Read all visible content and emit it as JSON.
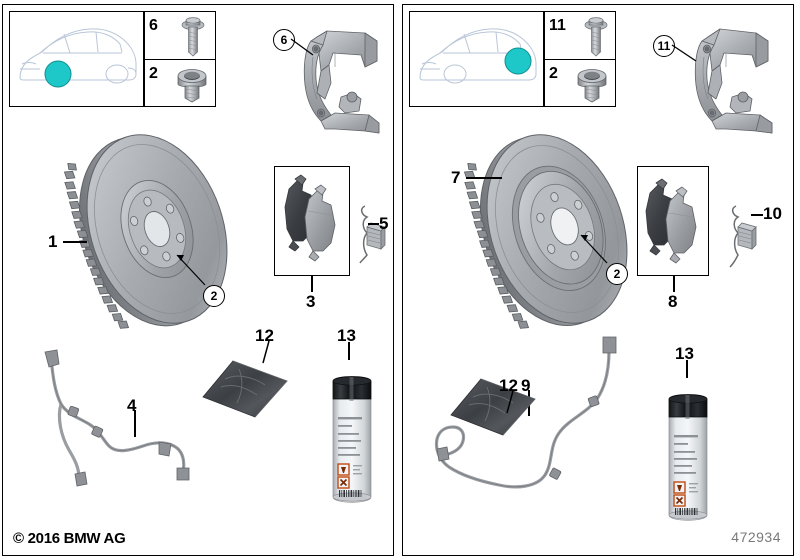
{
  "document": {
    "copyright": "© 2016 BMW AG",
    "part_number": "472934",
    "title": "BMW Brake Service Kit — Front and Rear Axle",
    "background": "#ffffff",
    "highlight_color": "#1ec8c8",
    "line_color": "#000000"
  },
  "panels": [
    {
      "id": "front-axle",
      "name": "front-axle-panel",
      "thumbnail": {
        "name": "car-silhouette-front",
        "highlight_position": "front-wheel",
        "highlight_color": "#1ec8c8"
      },
      "bolt_cells": [
        {
          "number": "6",
          "icon": "flange-bolt-icon",
          "name": "bolt-cell-6"
        },
        {
          "number": "2",
          "icon": "countersunk-screw-icon",
          "name": "bolt-cell-2"
        }
      ],
      "callouts": [
        {
          "number": "6",
          "style": "circled",
          "target": "caliper-carrier",
          "name": "callout-6"
        },
        {
          "number": "1",
          "style": "plain",
          "target": "brake-disc-front",
          "name": "callout-1"
        },
        {
          "number": "2",
          "style": "circled",
          "target": "disc-screw",
          "name": "callout-2"
        },
        {
          "number": "3",
          "style": "plain",
          "target": "brake-pad-set",
          "name": "callout-3"
        },
        {
          "number": "5",
          "style": "plain",
          "target": "retaining-spring",
          "name": "callout-5"
        },
        {
          "number": "4",
          "style": "plain",
          "target": "wear-sensor",
          "name": "callout-4"
        },
        {
          "number": "12",
          "style": "plain",
          "target": "grease-sachet",
          "name": "callout-12"
        },
        {
          "number": "13",
          "style": "plain",
          "target": "spray-can",
          "name": "callout-13"
        }
      ],
      "parts": [
        {
          "name": "brake-disc-front",
          "label": "Ventilated brake disc, front axle"
        },
        {
          "name": "caliper-carrier",
          "label": "Brake caliper carrier"
        },
        {
          "name": "brake-pad-set",
          "label": "Brake pad set, front"
        },
        {
          "name": "retaining-spring",
          "label": "Retaining spring clip"
        },
        {
          "name": "wear-sensor",
          "label": "Brake pad wear sensor, front"
        },
        {
          "name": "grease-sachet",
          "label": "Ceramic paste sachet"
        },
        {
          "name": "spray-can",
          "label": "Brake cleaner spray"
        }
      ]
    },
    {
      "id": "rear-axle",
      "name": "rear-axle-panel",
      "thumbnail": {
        "name": "car-silhouette-rear",
        "highlight_position": "rear-wheel",
        "highlight_color": "#1ec8c8"
      },
      "bolt_cells": [
        {
          "number": "11",
          "icon": "flange-bolt-icon",
          "name": "bolt-cell-11"
        },
        {
          "number": "2",
          "icon": "countersunk-screw-icon",
          "name": "bolt-cell-2"
        }
      ],
      "callouts": [
        {
          "number": "11",
          "style": "circled",
          "target": "caliper-carrier",
          "name": "callout-11"
        },
        {
          "number": "7",
          "style": "plain",
          "target": "brake-disc-rear",
          "name": "callout-7"
        },
        {
          "number": "2",
          "style": "circled",
          "target": "disc-screw",
          "name": "callout-2"
        },
        {
          "number": "8",
          "style": "plain",
          "target": "brake-pad-set",
          "name": "callout-8"
        },
        {
          "number": "10",
          "style": "plain",
          "target": "retaining-spring",
          "name": "callout-10"
        },
        {
          "number": "9",
          "style": "plain",
          "target": "wear-sensor",
          "name": "callout-9"
        },
        {
          "number": "12",
          "style": "plain",
          "target": "grease-sachet",
          "name": "callout-12"
        },
        {
          "number": "13",
          "style": "plain",
          "target": "spray-can",
          "name": "callout-13"
        }
      ],
      "parts": [
        {
          "name": "brake-disc-rear",
          "label": "Ventilated brake disc, rear axle"
        },
        {
          "name": "caliper-carrier",
          "label": "Brake caliper carrier"
        },
        {
          "name": "brake-pad-set",
          "label": "Brake pad set, rear"
        },
        {
          "name": "retaining-spring",
          "label": "Retaining spring clip"
        },
        {
          "name": "wear-sensor",
          "label": "Brake pad wear sensor, rear"
        },
        {
          "name": "grease-sachet",
          "label": "Ceramic paste sachet"
        },
        {
          "name": "spray-can",
          "label": "Brake cleaner spray"
        }
      ]
    }
  ]
}
